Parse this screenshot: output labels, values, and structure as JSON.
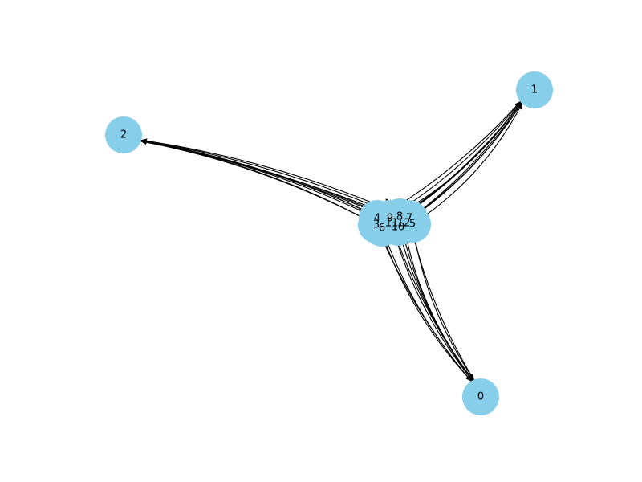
{
  "style": {
    "node_color": "#87ceeb",
    "edge_color": "#000000",
    "label_color": "#000000",
    "background": "#ffffff"
  },
  "graph": {
    "directed": true,
    "nodes": [
      {
        "id": "0",
        "label": "0"
      },
      {
        "id": "1",
        "label": "1"
      },
      {
        "id": "2",
        "label": "2"
      },
      {
        "id": "3",
        "label": "3"
      },
      {
        "id": "4",
        "label": "4"
      },
      {
        "id": "5",
        "label": "5"
      },
      {
        "id": "6",
        "label": "6"
      },
      {
        "id": "7",
        "label": "7"
      },
      {
        "id": "8",
        "label": "8"
      },
      {
        "id": "9",
        "label": "9"
      },
      {
        "id": "10",
        "label": "10"
      },
      {
        "id": "11",
        "label": "11"
      },
      {
        "id": "12",
        "label": "12"
      }
    ],
    "edges": [
      {
        "source": "3",
        "target": "0"
      },
      {
        "source": "3",
        "target": "1"
      },
      {
        "source": "3",
        "target": "2"
      },
      {
        "source": "4",
        "target": "0"
      },
      {
        "source": "4",
        "target": "1"
      },
      {
        "source": "4",
        "target": "2"
      },
      {
        "source": "5",
        "target": "0"
      },
      {
        "source": "5",
        "target": "1"
      },
      {
        "source": "5",
        "target": "2"
      },
      {
        "source": "6",
        "target": "0"
      },
      {
        "source": "6",
        "target": "1"
      },
      {
        "source": "6",
        "target": "2"
      },
      {
        "source": "7",
        "target": "0"
      },
      {
        "source": "7",
        "target": "1"
      },
      {
        "source": "7",
        "target": "2"
      },
      {
        "source": "8",
        "target": "0"
      },
      {
        "source": "8",
        "target": "1"
      },
      {
        "source": "8",
        "target": "2"
      },
      {
        "source": "9",
        "target": "0"
      },
      {
        "source": "9",
        "target": "1"
      },
      {
        "source": "9",
        "target": "2"
      },
      {
        "source": "10",
        "target": "0"
      },
      {
        "source": "10",
        "target": "1"
      },
      {
        "source": "10",
        "target": "2"
      },
      {
        "source": "11",
        "target": "0"
      },
      {
        "source": "11",
        "target": "1"
      },
      {
        "source": "11",
        "target": "2"
      },
      {
        "source": "12",
        "target": "0"
      },
      {
        "source": "12",
        "target": "1"
      },
      {
        "source": "12",
        "target": "2"
      },
      {
        "source": "3",
        "target": "4"
      },
      {
        "source": "4",
        "target": "5"
      },
      {
        "source": "5",
        "target": "6"
      },
      {
        "source": "6",
        "target": "7"
      },
      {
        "source": "7",
        "target": "8"
      },
      {
        "source": "8",
        "target": "9"
      },
      {
        "source": "9",
        "target": "10"
      },
      {
        "source": "10",
        "target": "11"
      },
      {
        "source": "11",
        "target": "12"
      },
      {
        "source": "12",
        "target": "3"
      },
      {
        "source": "3",
        "target": "8"
      },
      {
        "source": "5",
        "target": "10"
      },
      {
        "source": "6",
        "target": "12"
      },
      {
        "source": "4",
        "target": "9"
      }
    ]
  }
}
